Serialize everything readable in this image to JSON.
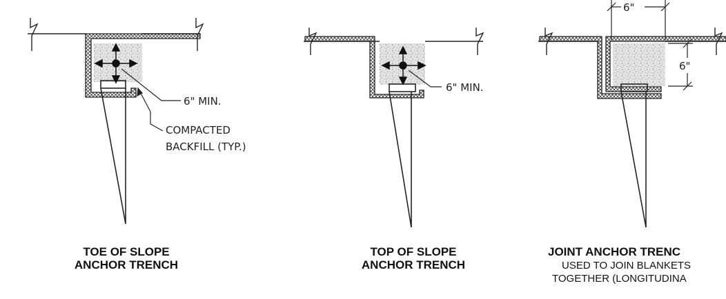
{
  "details": [
    {
      "title_line1": "TOE OF SLOPE",
      "title_line2": "ANCHOR TRENCH",
      "callout_min": "6\" MIN.",
      "callout_backfill_line1": "COMPACTED",
      "callout_backfill_line2": "BACKFILL (TYP.)"
    },
    {
      "title_line1": "TOP OF SLOPE",
      "title_line2": "ANCHOR TRENCH",
      "callout_min": "6\" MIN."
    },
    {
      "title_line1": "JOINT ANCHOR TRENC",
      "subtitle_line1": "USED TO JOIN BLANKETS",
      "subtitle_line2": "TOGETHER (LONGITUDINA",
      "dim_width": "6\"",
      "dim_depth": "6\""
    }
  ]
}
